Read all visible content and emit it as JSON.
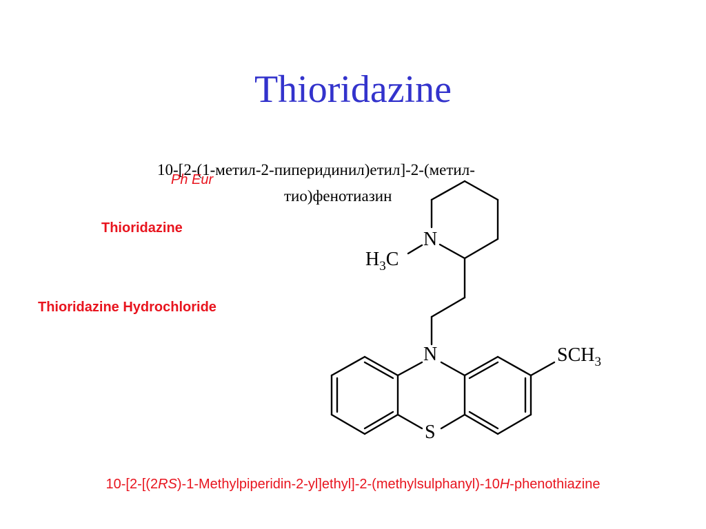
{
  "title": "Thioridazine",
  "russian_name_line1": "10-[2-(1-метил-2-пиперидинил)етил]-2-(метил-",
  "russian_name_line2": "тио)фенотиазин",
  "pharmacopoeia": "Ph Eur",
  "name_base": "Thioridazine",
  "name_hydrochloride": "Thioridazine Hydrochloride",
  "iupac": {
    "part1": "10-[2-[(2",
    "part2": "RS",
    "part3": ")-1-Methylpiperidin-2-yl]ethyl]-2-(methylsulphanyl)-10",
    "part4": "H",
    "part5": "-phenothiazine"
  },
  "structure_labels": {
    "piperidine_n": "N",
    "methyl_h": "H",
    "methyl_sub": "3",
    "methyl_c": "C",
    "phenothiazine_n": "N",
    "sulfur": "S",
    "thio_s": "SCH",
    "thio_sub": "3"
  },
  "colors": {
    "title": "#3333cc",
    "red_text": "#e8141e",
    "bonds": "#000000"
  }
}
